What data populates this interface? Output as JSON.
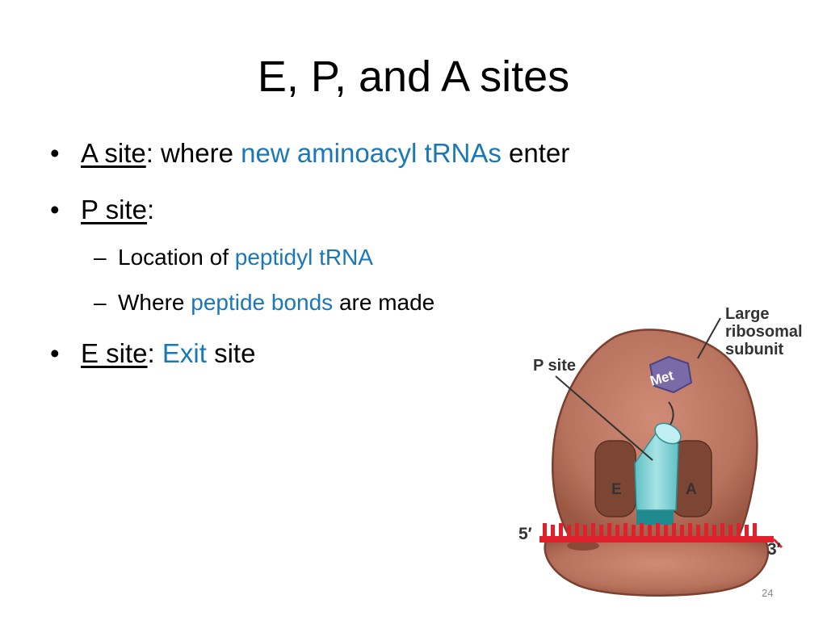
{
  "slide": {
    "title": "E, P, and A sites",
    "page_number": "24"
  },
  "bullets": {
    "a_site": {
      "term": "A site",
      "sep": ":",
      "text1": " where ",
      "highlight": "new aminoacyl tRNAs",
      "text2": " enter"
    },
    "p_site": {
      "term": "P site",
      "sep": ":",
      "sub1": {
        "text1": "Location of ",
        "highlight": "peptidyl tRNA"
      },
      "sub2": {
        "text1": "Where ",
        "highlight": "peptide bonds",
        "text2": " are made"
      }
    },
    "e_site": {
      "term": "E site",
      "sep": ":",
      "space": " ",
      "highlight": "Exit",
      "text2": " site"
    }
  },
  "figure": {
    "label_large": "Large ribosomal subunit",
    "label_large_lines": [
      "Large",
      "ribosomal",
      "subunit"
    ],
    "label_psite": "P site",
    "label_met": "Met",
    "label_e": "E",
    "label_a": "A",
    "label_5": "5′",
    "label_3": "3′"
  },
  "colors": {
    "highlight": "#1a77b8",
    "ribosome": "#b8735e",
    "trna": "#7fd3d6",
    "mrna": "#e0202a",
    "met": "#7a6aa8"
  }
}
